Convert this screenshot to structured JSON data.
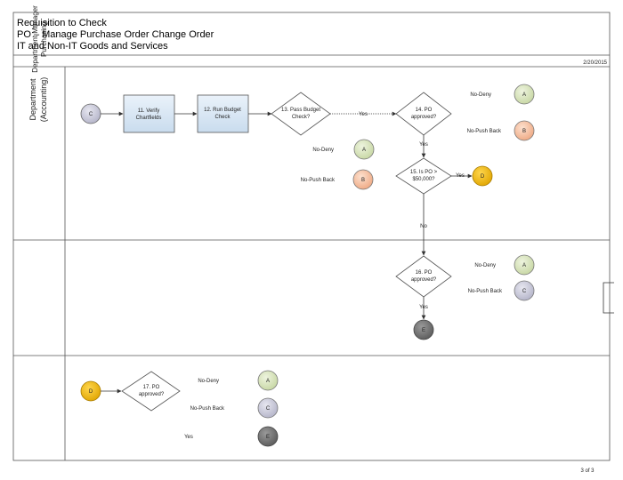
{
  "header": {
    "title_lines": [
      "Requisition to Check",
      "PO – Manage Purchase Order Change Order",
      "IT and Non-IT Goods and Services"
    ],
    "date": "2/20/2015",
    "page_number": "3 of 3"
  },
  "lanes": [
    {
      "label_lines": [
        "Department",
        "(Accounting)"
      ]
    },
    {
      "label_lines": [
        "Department Manager"
      ]
    },
    {
      "label_lines": [
        "Purchasing"
      ]
    }
  ],
  "connectors": {
    "C_start": "C",
    "D_start": "D"
  },
  "tasks": {
    "t11": [
      "11. Verify",
      "Chartfields"
    ],
    "t12": [
      "12. Run Budget",
      "Check"
    ]
  },
  "decisions": {
    "d13": [
      "13. Pass Budget",
      "Check?"
    ],
    "d14": [
      "14. PO",
      "approved?"
    ],
    "d15": [
      "15. Is PO >",
      "$50,000?"
    ],
    "d16": [
      "16. PO",
      "approved?"
    ],
    "d17": [
      "17. PO",
      "approved?"
    ]
  },
  "flow_labels": {
    "yes_13_14": "Yes",
    "yes_14_15": "Yes",
    "yes_15_D": "Yes",
    "no_15": "No",
    "yes_16": "Yes",
    "no_deny_14": "No-Deny",
    "no_push_14": "No-Push Back",
    "no_deny_13": "No-Deny",
    "no_push_13": "No-Push Back",
    "no_deny_16": "No-Deny",
    "no_push_16": "No-Push Back",
    "no_deny_17": "No-Deny",
    "no_push_17": "No-Push Back",
    "yes_17": "Yes"
  },
  "endpoints": {
    "a14": "A",
    "b14": "B",
    "a13": "A",
    "b13": "B",
    "d15": "D",
    "a16": "A",
    "c16": "C",
    "e16": "E",
    "a17": "A",
    "c17": "C",
    "e17": "E"
  },
  "colors": {
    "lane_border": "#555555",
    "task_fill": "#dce9f5",
    "connector_A": "#d7e4bd",
    "connector_B": "#f7c6a8",
    "connector_C": "#c9c9dc",
    "connector_D": "#f2b600",
    "connector_E": "#6e6e6e"
  }
}
